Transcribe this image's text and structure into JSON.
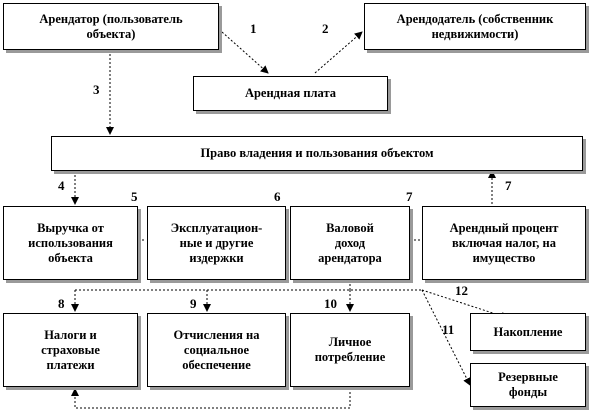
{
  "nodes": {
    "tenant": "Арендатор (пользователь\nобъекта)",
    "landlord": "Арендодатель (собственник\nнедвижимости)",
    "rent": "Арендная плата",
    "right": "Право владения и пользования объектом",
    "revenue": "Выручка от\nиспользования\nобъекта",
    "costs": "Эксплуатацион-\nные и другие\nиздержки",
    "gross": "Валовой\nдоход\nарендатора",
    "interest": "Арендный процент\nвключая налог, на\nимущество",
    "taxes": "Налоги и\nстраховые\nплатежи",
    "social": "Отчисления на\nсоциальное\nобеспечение",
    "consumption": "Личное\nпотребление",
    "savings": "Накопление",
    "reserve": "Резервные\nфонды"
  },
  "labels": {
    "n1": "1",
    "n2": "2",
    "n3": "3",
    "n4": "4",
    "n5": "5",
    "n6": "6",
    "n7a": "7",
    "n7b": "7",
    "n8": "8",
    "n9": "9",
    "n10": "10",
    "n11": "11",
    "n12": "12"
  }
}
